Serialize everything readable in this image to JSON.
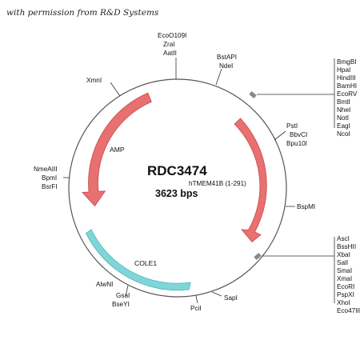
{
  "credit": "with permission from R&D Systems",
  "plasmid": {
    "name": "RDC3474",
    "size_label": "3623 bps",
    "insert_label": "hTMEM41B (1-291)"
  },
  "features": {
    "amp": "AMP",
    "cole1": "COLE1"
  },
  "sites": {
    "top": [
      "EcoO109I",
      "ZraI",
      "AatII"
    ],
    "top_right": [
      "BstAPI",
      "NdeI"
    ],
    "xmni": "XmnI",
    "mcs1": [
      "BmgBI",
      "HpaI",
      "HindIII",
      "BamHI",
      "EcoRV",
      "BmtI",
      "NheI",
      "NotI",
      "EagI",
      "NcoI"
    ],
    "pst": [
      "PstI",
      "BbvCI",
      "Bpu10I"
    ],
    "left": [
      "NmeAIII",
      "BpmI",
      "BsrFI"
    ],
    "bspmi": "BspMI",
    "mcs2": [
      "AscI",
      "BssHII",
      "XbaI",
      "SalI",
      "SmaI",
      "XmaI",
      "EcoRI",
      "PspXI",
      "XhoI",
      "Eco47III"
    ],
    "bottom_left": [
      "AlwNI",
      "GsaI",
      "BseYI"
    ],
    "pcii": "PciI",
    "sapi": "SapI"
  },
  "colors": {
    "amp_arrow": "#e87070",
    "insert_arrow": "#e87070",
    "cole1_arc": "#7fd6d8",
    "backbone": "#555555"
  }
}
